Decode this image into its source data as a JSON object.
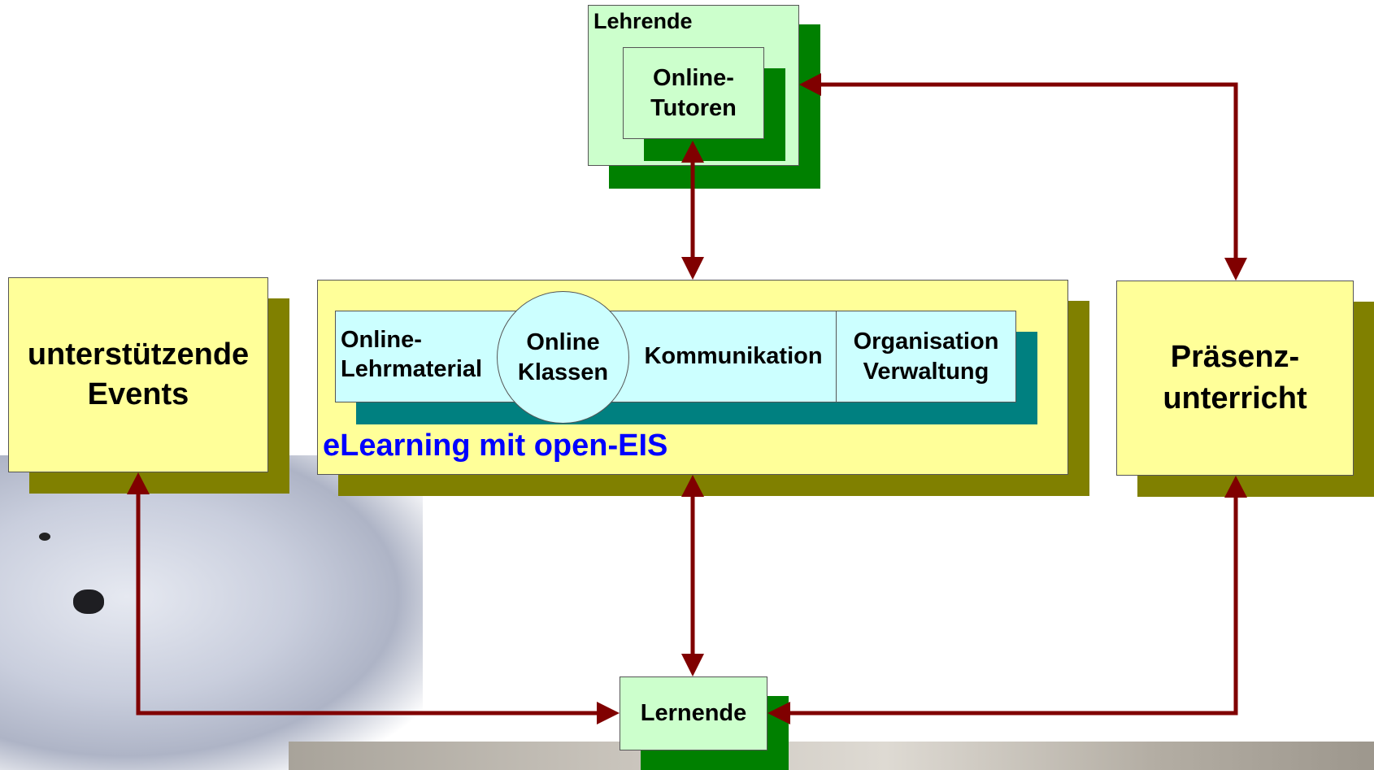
{
  "teachers": {
    "label": "Lehrende",
    "tutors": "Online-\nTutoren"
  },
  "events": {
    "label": "unterstützende\nEvents"
  },
  "presence": {
    "label": "Präsenz-\nunterricht"
  },
  "elearning": {
    "caption": "eLearning mit open-EIS",
    "material": "Online-\nLehrmaterial",
    "classes": "Online\nKlassen",
    "communication": "Kommunikation",
    "organisation": "Organisation\nVerwaltung"
  },
  "learners": {
    "label": "Lernende"
  },
  "colors": {
    "arrow": "#800000",
    "yellow_box": "#ffff99",
    "green_box": "#ccffcc",
    "cyan_box": "#ccffff",
    "caption": "#0000ff"
  }
}
